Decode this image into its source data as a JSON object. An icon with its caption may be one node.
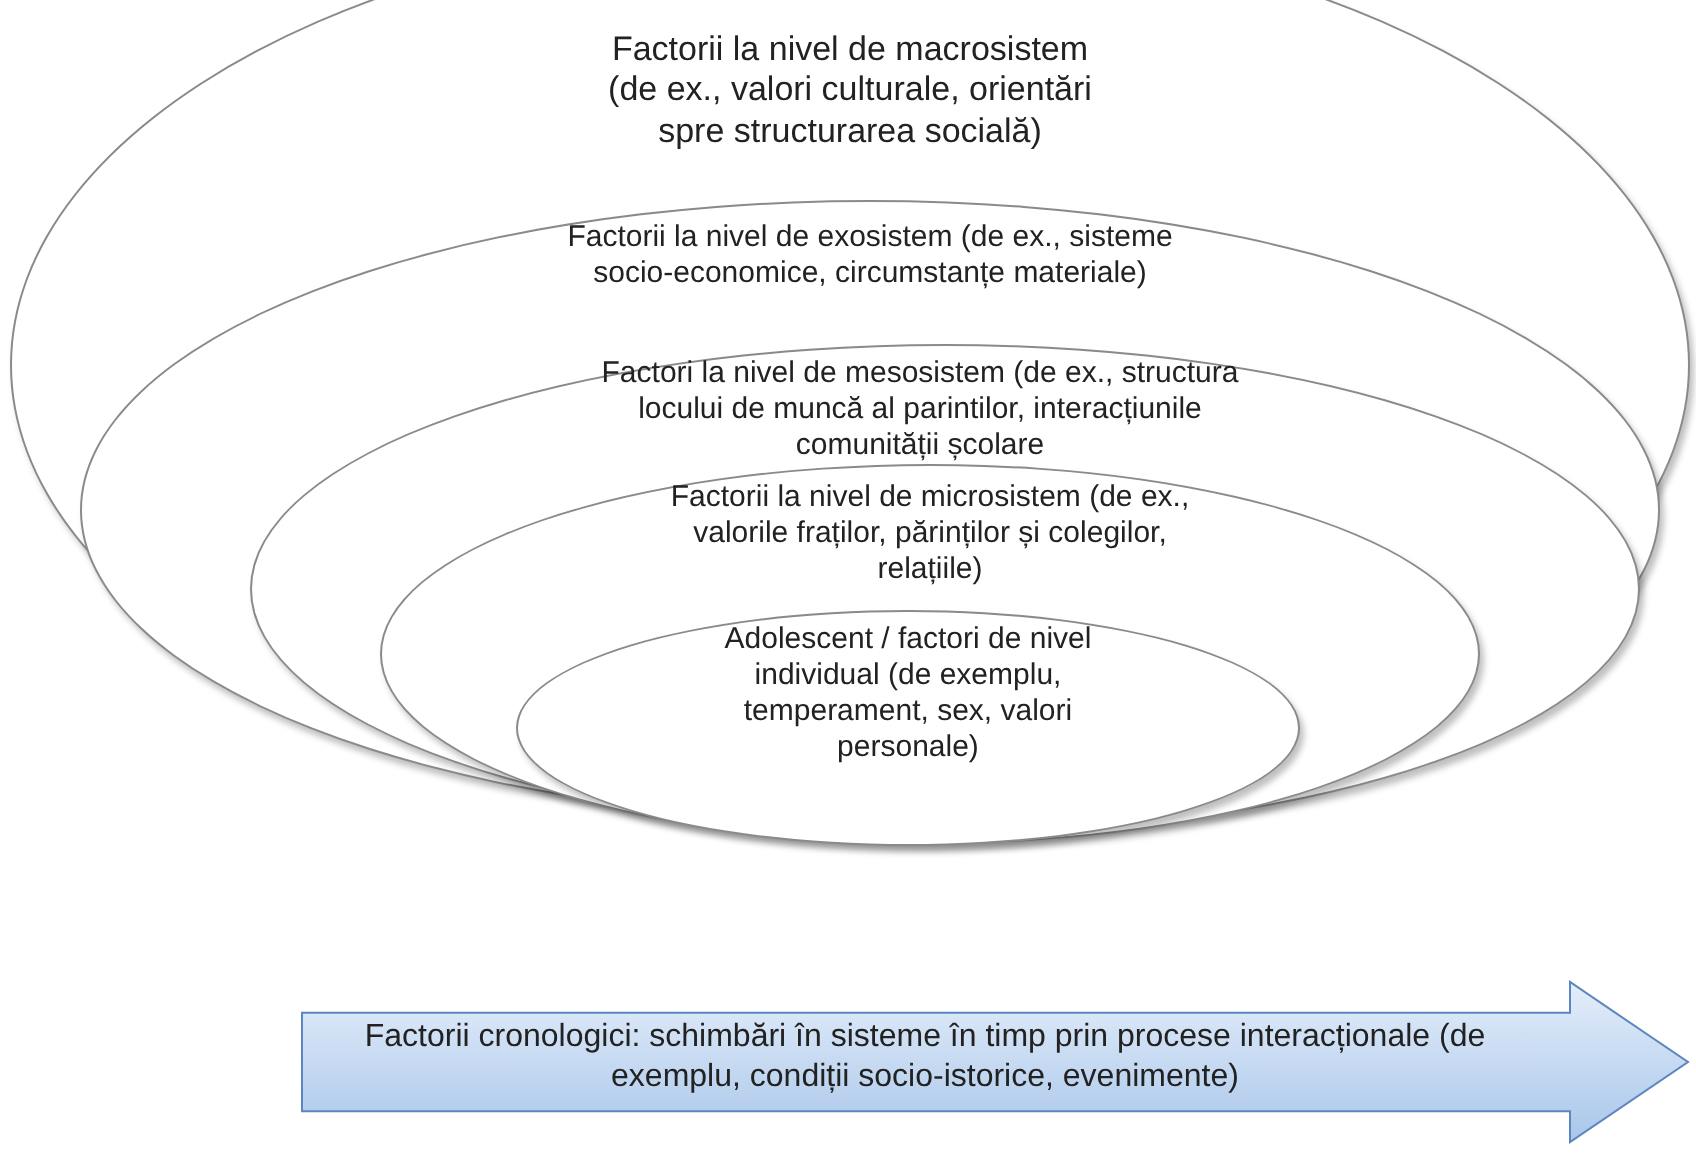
{
  "diagram": {
    "nodes": [
      {
        "text": [
          "Factorii la nivel de macrosistem (de ex., valori culturale, orientări spre structurarea socială)"
        ]
      },
      {
        "text": [
          "Factorii la nivel de exosistem (de ex., sisteme socio-economice, circumstanțe materiale)"
        ],
        "in": 0
      },
      {
        "text": [
          "Factori la nivel de mesosistem (de ex., structura locului de muncă al parintilor, interacțiunile comunității școlare"
        ],
        "in": 1
      },
      {
        "text": [
          "Factorii la nivel de microsistem (de ex., valorile fraților, părinților și colegilor, relațiile)"
        ],
        "in": 2
      },
      {
        "text": [
          "Adolescent / factori de nivel individual (de exemplu, temperament, sex, valori personale)"
        ],
        "in": 3
      },
      {
        "text": [
          "Factorii cronologici: schimbări în sisteme în timp prin procese interacționale (de exemplu, condiții socio-istorice, evenimente)"
        ]
      }
    ]
  }
}
